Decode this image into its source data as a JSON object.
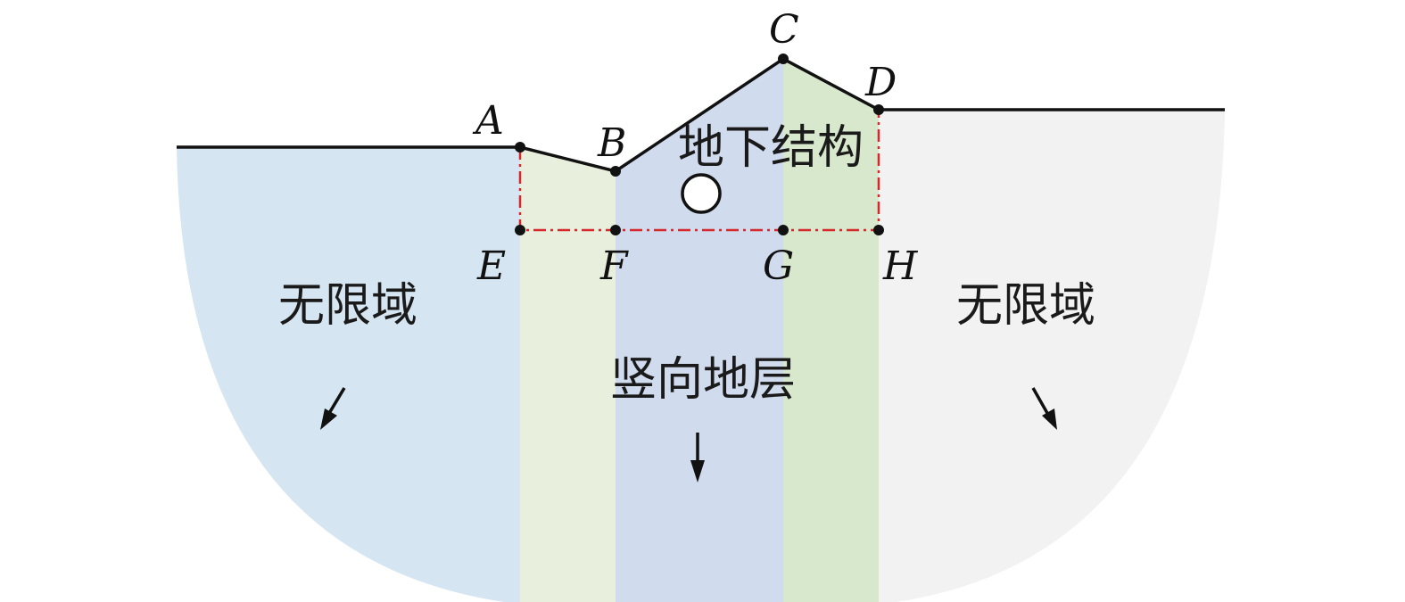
{
  "diagram": {
    "points": {
      "A": "A",
      "B": "B",
      "C": "C",
      "D": "D",
      "E": "E",
      "F": "F",
      "G": "G",
      "H": "H"
    },
    "labels": {
      "underground_structure": "地下结构",
      "infinite_domain_left": "无限域",
      "infinite_domain_right": "无限域",
      "vertical_strata": "竖向地层"
    },
    "colors": {
      "left_domain": "#d5e5f1",
      "strip_af": "#e8efdc",
      "strip_fg": "#d1dbee",
      "strip_gh": "#d7e8cc",
      "right_domain": "#f2f2f2",
      "boundary_line": "#111111",
      "dashdot_line": "#d6282b"
    },
    "icons": [
      "arrow-down-left-icon",
      "arrow-down-icon",
      "arrow-down-right-icon",
      "tunnel-circle-icon"
    ]
  }
}
